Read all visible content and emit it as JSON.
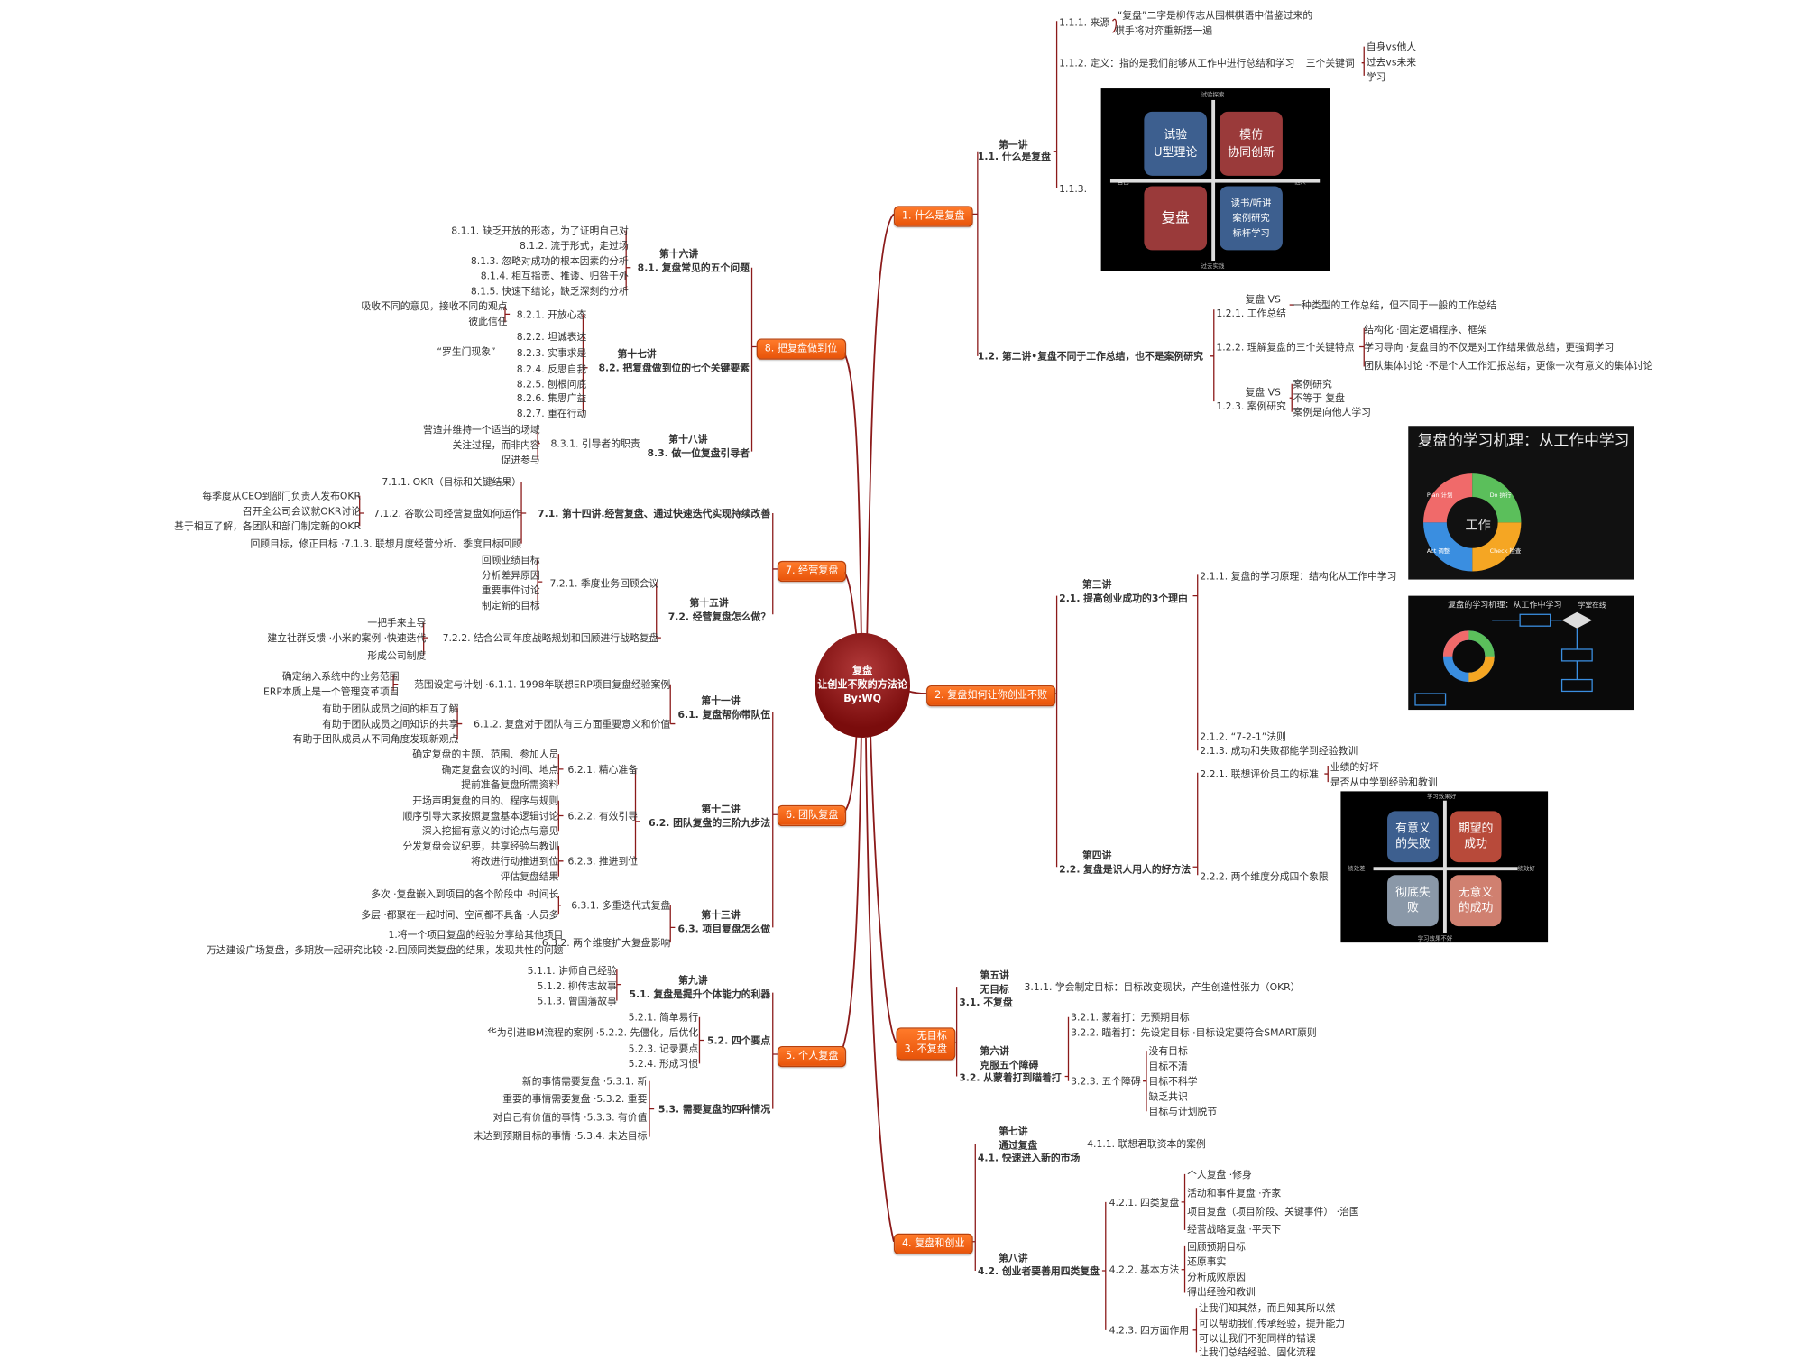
{
  "center": {
    "line1": "复盘",
    "line2": "让创业不败的方法论",
    "line3": "By:WQ"
  },
  "branches": {
    "b1": {
      "label": "1. 什么是复盘"
    },
    "b2": {
      "label": "2. 复盘如何让你创业不败"
    },
    "b3": {
      "line1": "无目标",
      "line2": "3. 不复盘"
    },
    "b4": {
      "label": "4. 复盘和创业"
    },
    "b5": {
      "label": "5. 个人复盘"
    },
    "b6": {
      "label": "6. 团队复盘"
    },
    "b7": {
      "label": "7. 经营复盘"
    },
    "b8": {
      "label": "8. 把复盘做到位"
    }
  },
  "s1": {
    "n11": {
      "lecture": "第一讲",
      "title": "1.1. 什么是复盘"
    },
    "n111": {
      "label": "1.1.1. 来源",
      "d1": "“复盘”二字是柳传志从围棋棋语中借鉴过来的",
      "d2": "棋手将对弈重新摆一遍"
    },
    "n112": {
      "label": "1.1.2. 定义：指的是我们能够从工作中进行总结和学习",
      "kw": "三个关键词",
      "k1": "自身vs他人",
      "k2": "过去vs未来",
      "k3": "学习"
    },
    "n113": {
      "label": "1.1.3."
    },
    "img1": {
      "top": "试验探索",
      "bottom": "过去实践",
      "left": "自己",
      "right": "他人",
      "q1a": "试验",
      "q1b": "U型理论",
      "q2a": "模仿",
      "q2b": "协同创新",
      "q3": "复盘",
      "q4a": "读书/听讲",
      "q4b": "案例研究",
      "q4c": "标杆学习"
    },
    "n12": {
      "title": "1.2. 第二讲•复盘不同于工作总结，也不是案例研究"
    },
    "n121": {
      "a": "复盘 VS",
      "b": "1.2.1. 工作总结",
      "d": "一种类型的工作总结，但不同于一般的工作总结"
    },
    "n122": {
      "label": "1.2.2. 理解复盘的三个关键特点",
      "i1": "结构化",
      "i1d": "固定逻辑程序、框架",
      "i2": "学习导向",
      "i2d": "复盘目的不仅是对工作结果做总结，更强调学习",
      "i3": "团队集体讨论",
      "i3d": "不是个人工作汇报总结，更像一次有意义的集体讨论"
    },
    "n123": {
      "a": "复盘 VS",
      "b": "1.2.3. 案例研究",
      "d1": "案例研究",
      "d2": "不等于 复盘",
      "d3": "案例是向他人学习"
    }
  },
  "s2": {
    "n21": {
      "lecture": "第三讲",
      "title": "2.1. 提高创业成功的3个理由"
    },
    "n211": {
      "label": "2.1.1. 复盘的学习原理：结构化从工作中学习"
    },
    "img2": {
      "title": "复盘的学习机理：从工作中学习",
      "center": "工作",
      "s1": "Plan 计划",
      "s2": "Do 执行",
      "s3": "Check 检查",
      "s4": "Act 调整"
    },
    "img3": {
      "title": "复盘的学习机理：从工作中学习",
      "logo": "学堂在线"
    },
    "n212": {
      "label": "2.1.2. “7-2-1”法则"
    },
    "n213": {
      "label": "2.1.3. 成功和失败都能学到经验教训"
    },
    "n22": {
      "lecture": "第四讲",
      "title": "2.2. 复盘是识人用人的好方法"
    },
    "n221": {
      "label": "2.2.1. 联想评价员工的标准",
      "d1": "业绩的好坏",
      "d2": "是否从中学到经验和教训"
    },
    "n222": {
      "label": "2.2.2. 两个维度分成四个象限"
    },
    "img4": {
      "top": "学习效果好",
      "bottom": "学习效果不好",
      "left": "绩效差",
      "right": "绩效好",
      "q1a": "有意义",
      "q1b": "的失败",
      "q2a": "期望的",
      "q2b": "成功",
      "q3a": "彻底失",
      "q3b": "败",
      "q4a": "无意义",
      "q4b": "的成功"
    }
  },
  "s3": {
    "n31": {
      "lecture": "第五讲",
      "l2": "无目标",
      "title": "3.1. 不复盘"
    },
    "n311": {
      "label": "3.1.1. 学会制定目标：目标改变现状，产生创造性张力（OKR）"
    },
    "n32": {
      "lecture": "第六讲",
      "l2": "克服五个障碍",
      "title": "3.2. 从蒙着打到瞄着打"
    },
    "n321": {
      "label": "3.2.1. 蒙着打：无预期目标"
    },
    "n322": {
      "label": "3.2.2. 瞄着打：先设定目标",
      "d": "目标设定要符合SMART原则"
    },
    "n323": {
      "label": "3.2.3. 五个障碍",
      "items": [
        "没有目标",
        "目标不清",
        "目标不科学",
        "缺乏共识",
        "目标与计划脱节"
      ]
    }
  },
  "s4": {
    "n41": {
      "lecture": "第七讲",
      "l2": "通过复盘",
      "title": "4.1. 快速进入新的市场"
    },
    "n411": {
      "label": "4.1.1. 联想君联资本的案例"
    },
    "n42": {
      "lecture": "第八讲",
      "title": "4.2. 创业者要善用四类复盘"
    },
    "n421": {
      "label": "4.2.1. 四类复盘",
      "items": [
        {
          "a": "个人复盘",
          "b": "修身"
        },
        {
          "a": "活动和事件复盘",
          "b": "齐家"
        },
        {
          "a": "项目复盘（项目阶段、关键事件）",
          "b": "治国"
        },
        {
          "a": "经营战略复盘",
          "b": "平天下"
        }
      ]
    },
    "n422": {
      "label": "4.2.2. 基本方法",
      "items": [
        "回顾预期目标",
        "还原事实",
        "分析成败原因",
        "得出经验和教训"
      ]
    },
    "n423": {
      "label": "4.2.3. 四方面作用",
      "items": [
        "让我们知其然，而且知其所以然",
        "可以帮助我们传承经验，提升能力",
        "可以让我们不犯同样的错误",
        "让我们总结经验、固化流程"
      ]
    }
  },
  "s5": {
    "n51": {
      "lecture": "第九讲",
      "title": "5.1. 复盘是提升个体能力的利器",
      "items": [
        "5.1.1. 讲师自己经验",
        "5.1.2. 柳传志故事",
        "5.1.3. 曾国藩故事"
      ]
    },
    "n52": {
      "title": "5.2. 四个要点",
      "i1": "5.2.1. 简单易行",
      "i2": "5.2.2. 先僵化，后优化",
      "i2d": "华为引进IBM流程的案例",
      "i3": "5.2.3. 记录要点",
      "i4": "5.2.4. 形成习惯"
    },
    "n53": {
      "title": "5.3. 需要复盘的四种情况",
      "items": [
        {
          "a": "新的事情需要复盘",
          "b": "5.3.1. 新"
        },
        {
          "a": "重要的事情需要复盘",
          "b": "5.3.2. 重要"
        },
        {
          "a": "对自己有价值的事情",
          "b": "5.3.3. 有价值"
        },
        {
          "a": "未达到预期目标的事情",
          "b": "5.3.4. 未达目标"
        }
      ]
    }
  },
  "s6": {
    "n61": {
      "lecture": "第十一讲",
      "title": "6.1. 复盘帮你带队伍"
    },
    "n611": {
      "label": "6.1.1. 1998年联想ERP项目复盘经验案例",
      "mid": "范围设定与计划",
      "d1": "确定纳入系统中的业务范围",
      "d2": "ERP本质上是一个管理变革项目"
    },
    "n612": {
      "label": "6.1.2. 复盘对于团队有三方面重要意义和价值",
      "d1": "有助于团队成员之间的相互了解",
      "d2": "有助于团队成员之间知识的共享",
      "d3": "有助于团队成员从不同角度发现新观点"
    },
    "n62": {
      "lecture": "第十二讲",
      "title": "6.2. 团队复盘的三阶九步法"
    },
    "n621": {
      "label": "6.2.1. 精心准备",
      "d1": "确定复盘的主题、范围、参加人员",
      "d2": "确定复盘会议的时间、地点",
      "d3": "提前准备复盘所需资料"
    },
    "n622": {
      "label": "6.2.2. 有效引导",
      "d1": "开场声明复盘的目的、程序与规则",
      "d2": "顺序引导大家按照复盘基本逻辑讨论",
      "d3": "深入挖掘有意义的讨论点与意见"
    },
    "n623": {
      "label": "6.2.3. 推进到位",
      "d1": "分发复盘会议纪要，共享经验与教训",
      "d2": "将改进行动推进到位",
      "d3": "评估复盘结果"
    },
    "n63": {
      "lecture": "第十三讲",
      "title": "6.3. 项目复盘怎么做"
    },
    "n631": {
      "label": "6.3.1. 多重迭代式复盘",
      "d1a": "多次",
      "d1b": "复盘嵌入到项目的各个阶段中",
      "d1c": "时间长",
      "d2a": "多层",
      "d2b": "都聚在一起时间、空间都不具备",
      "d2c": "人员多"
    },
    "n632": {
      "label": "6.3.2. 两个维度扩大复盘影响",
      "d1": "1.将一个项目复盘的经验分享给其他项目",
      "d2a": "万达建设广场复盘，多期放一起研究比较",
      "d2b": "2.回顾同类复盘的结果，发现共性的问题"
    }
  },
  "s7": {
    "n71": {
      "title": "7.1. 第十四讲.经营复盘、通过快速迭代实现持续改善"
    },
    "n711": {
      "label": "7.1.1. OKR（目标和关键结果）"
    },
    "n712": {
      "label": "7.1.2. 谷歌公司经营复盘如何运作",
      "d1": "每季度从CEO到部门负责人发布OKR",
      "d2": "召开全公司会议就OKR讨论",
      "d3": "基于相互了解，各团队和部门制定新的OKR"
    },
    "n713": {
      "label": "7.1.3. 联想月度经营分析、季度目标回顾",
      "d": "回顾目标，修正目标"
    },
    "n72": {
      "lecture": "第十五讲",
      "title": "7.2. 经营复盘怎么做？"
    },
    "n721": {
      "label": "7.2.1. 季度业务回顾会议",
      "items": [
        "回顾业绩目标",
        "分析差异原因",
        "重要事件讨论",
        "制定新的目标"
      ]
    },
    "n722": {
      "label": "7.2.2. 结合公司年度战略规划和回顾进行战略复盘",
      "d1": "一把手来主导",
      "d2": "快速迭代",
      "d2b": "小米的案例",
      "d2c": "建立社群反馈",
      "d3": "形成公司制度"
    }
  },
  "s8": {
    "n81": {
      "lecture": "第十六讲",
      "title": "8.1. 复盘常见的五个问题",
      "items": [
        "8.1.1. 缺乏开放的形态，为了证明自己对",
        "8.1.2. 流于形式，走过场",
        "8.1.3. 忽略对成功的根本因素的分析",
        "8.1.4. 相互指责、推诿、归咎于外",
        "8.1.5. 快速下结论，缺乏深刻的分析"
      ]
    },
    "n82": {
      "lecture": "第十七讲",
      "title": "8.2. 把复盘做到位的七个关键要素",
      "i1": "8.2.1. 开放心态",
      "i1d1": "吸收不同的意见，接收不同的观点",
      "i1d2": "彼此信任",
      "items": [
        "8.2.2. 坦诚表达",
        "8.2.3. 实事求是",
        "8.2.4. 反思自我",
        "8.2.5. 刨根问底",
        "8.2.6. 集思广益",
        "8.2.7. 重在行动"
      ],
      "i3d": "“罗生门现象”"
    },
    "n83": {
      "lecture": "第十八讲",
      "title": "8.3. 做一位复盘引导者",
      "i1": "8.3.1. 引导者的职责",
      "d1": "营造并维持一个适当的场域",
      "d2": "关注过程，而非内容",
      "d3": "促进参与"
    }
  }
}
